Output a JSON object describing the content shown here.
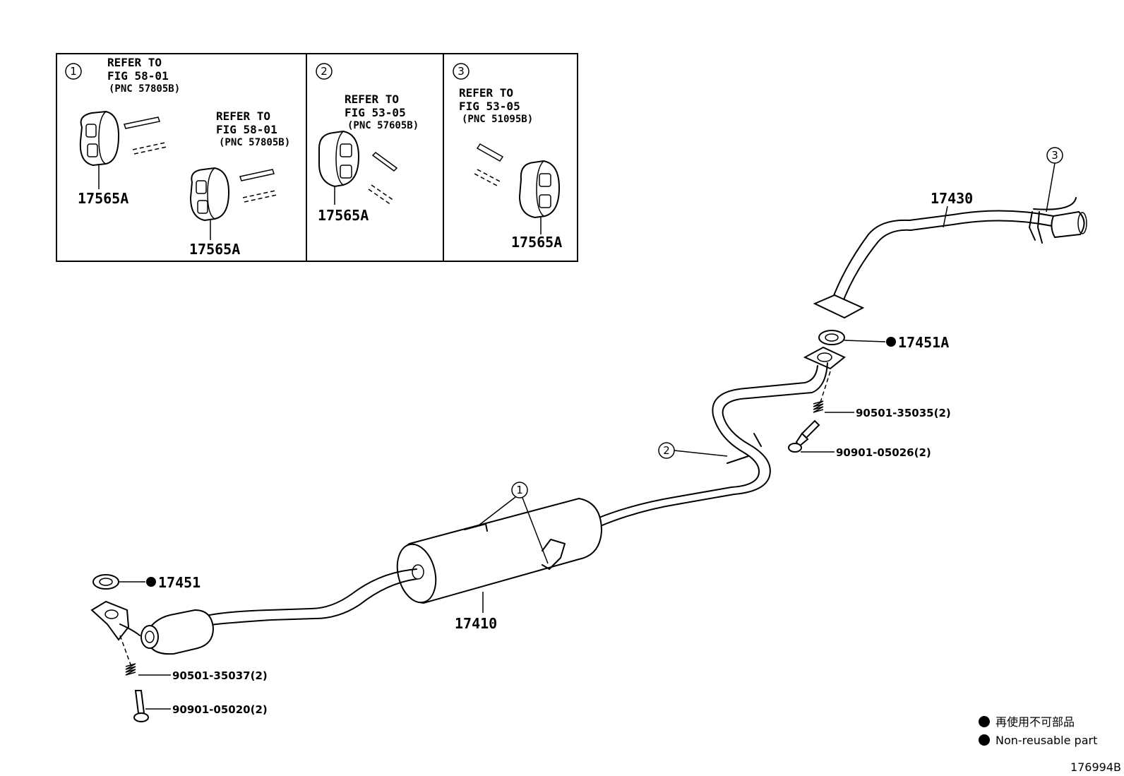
{
  "insets": [
    {
      "id": "1",
      "refs": [
        {
          "line1": "REFER TO",
          "line2": "FIG 58-01",
          "pnc": "(PNC 57805B)"
        },
        {
          "line1": "REFER TO",
          "line2": "FIG 58-01",
          "pnc": "(PNC 57805B)"
        }
      ],
      "parts": [
        "17565A",
        "17565A"
      ]
    },
    {
      "id": "2",
      "refs": [
        {
          "line1": "REFER TO",
          "line2": "FIG 53-05",
          "pnc": "(PNC 57605B)"
        }
      ],
      "parts": [
        "17565A"
      ]
    },
    {
      "id": "3",
      "refs": [
        {
          "line1": "REFER TO",
          "line2": "FIG 53-05",
          "pnc": "(PNC 51095B)"
        }
      ],
      "parts": [
        "17565A"
      ]
    }
  ],
  "callouts": [
    "1",
    "2",
    "3"
  ],
  "parts": {
    "tail_pipe": "17430",
    "gasket_rear": "17451A",
    "spring_rear": "90501-35035(2)",
    "bolt_rear": "90901-05026(2)",
    "muffler": "17410",
    "gasket_front": "17451",
    "spring_front": "90501-35037(2)",
    "bolt_front": "90901-05020(2)"
  },
  "legend": {
    "japanese": "再使用不可部品",
    "english": "Non-reusable part"
  },
  "figure_id": "176994B"
}
